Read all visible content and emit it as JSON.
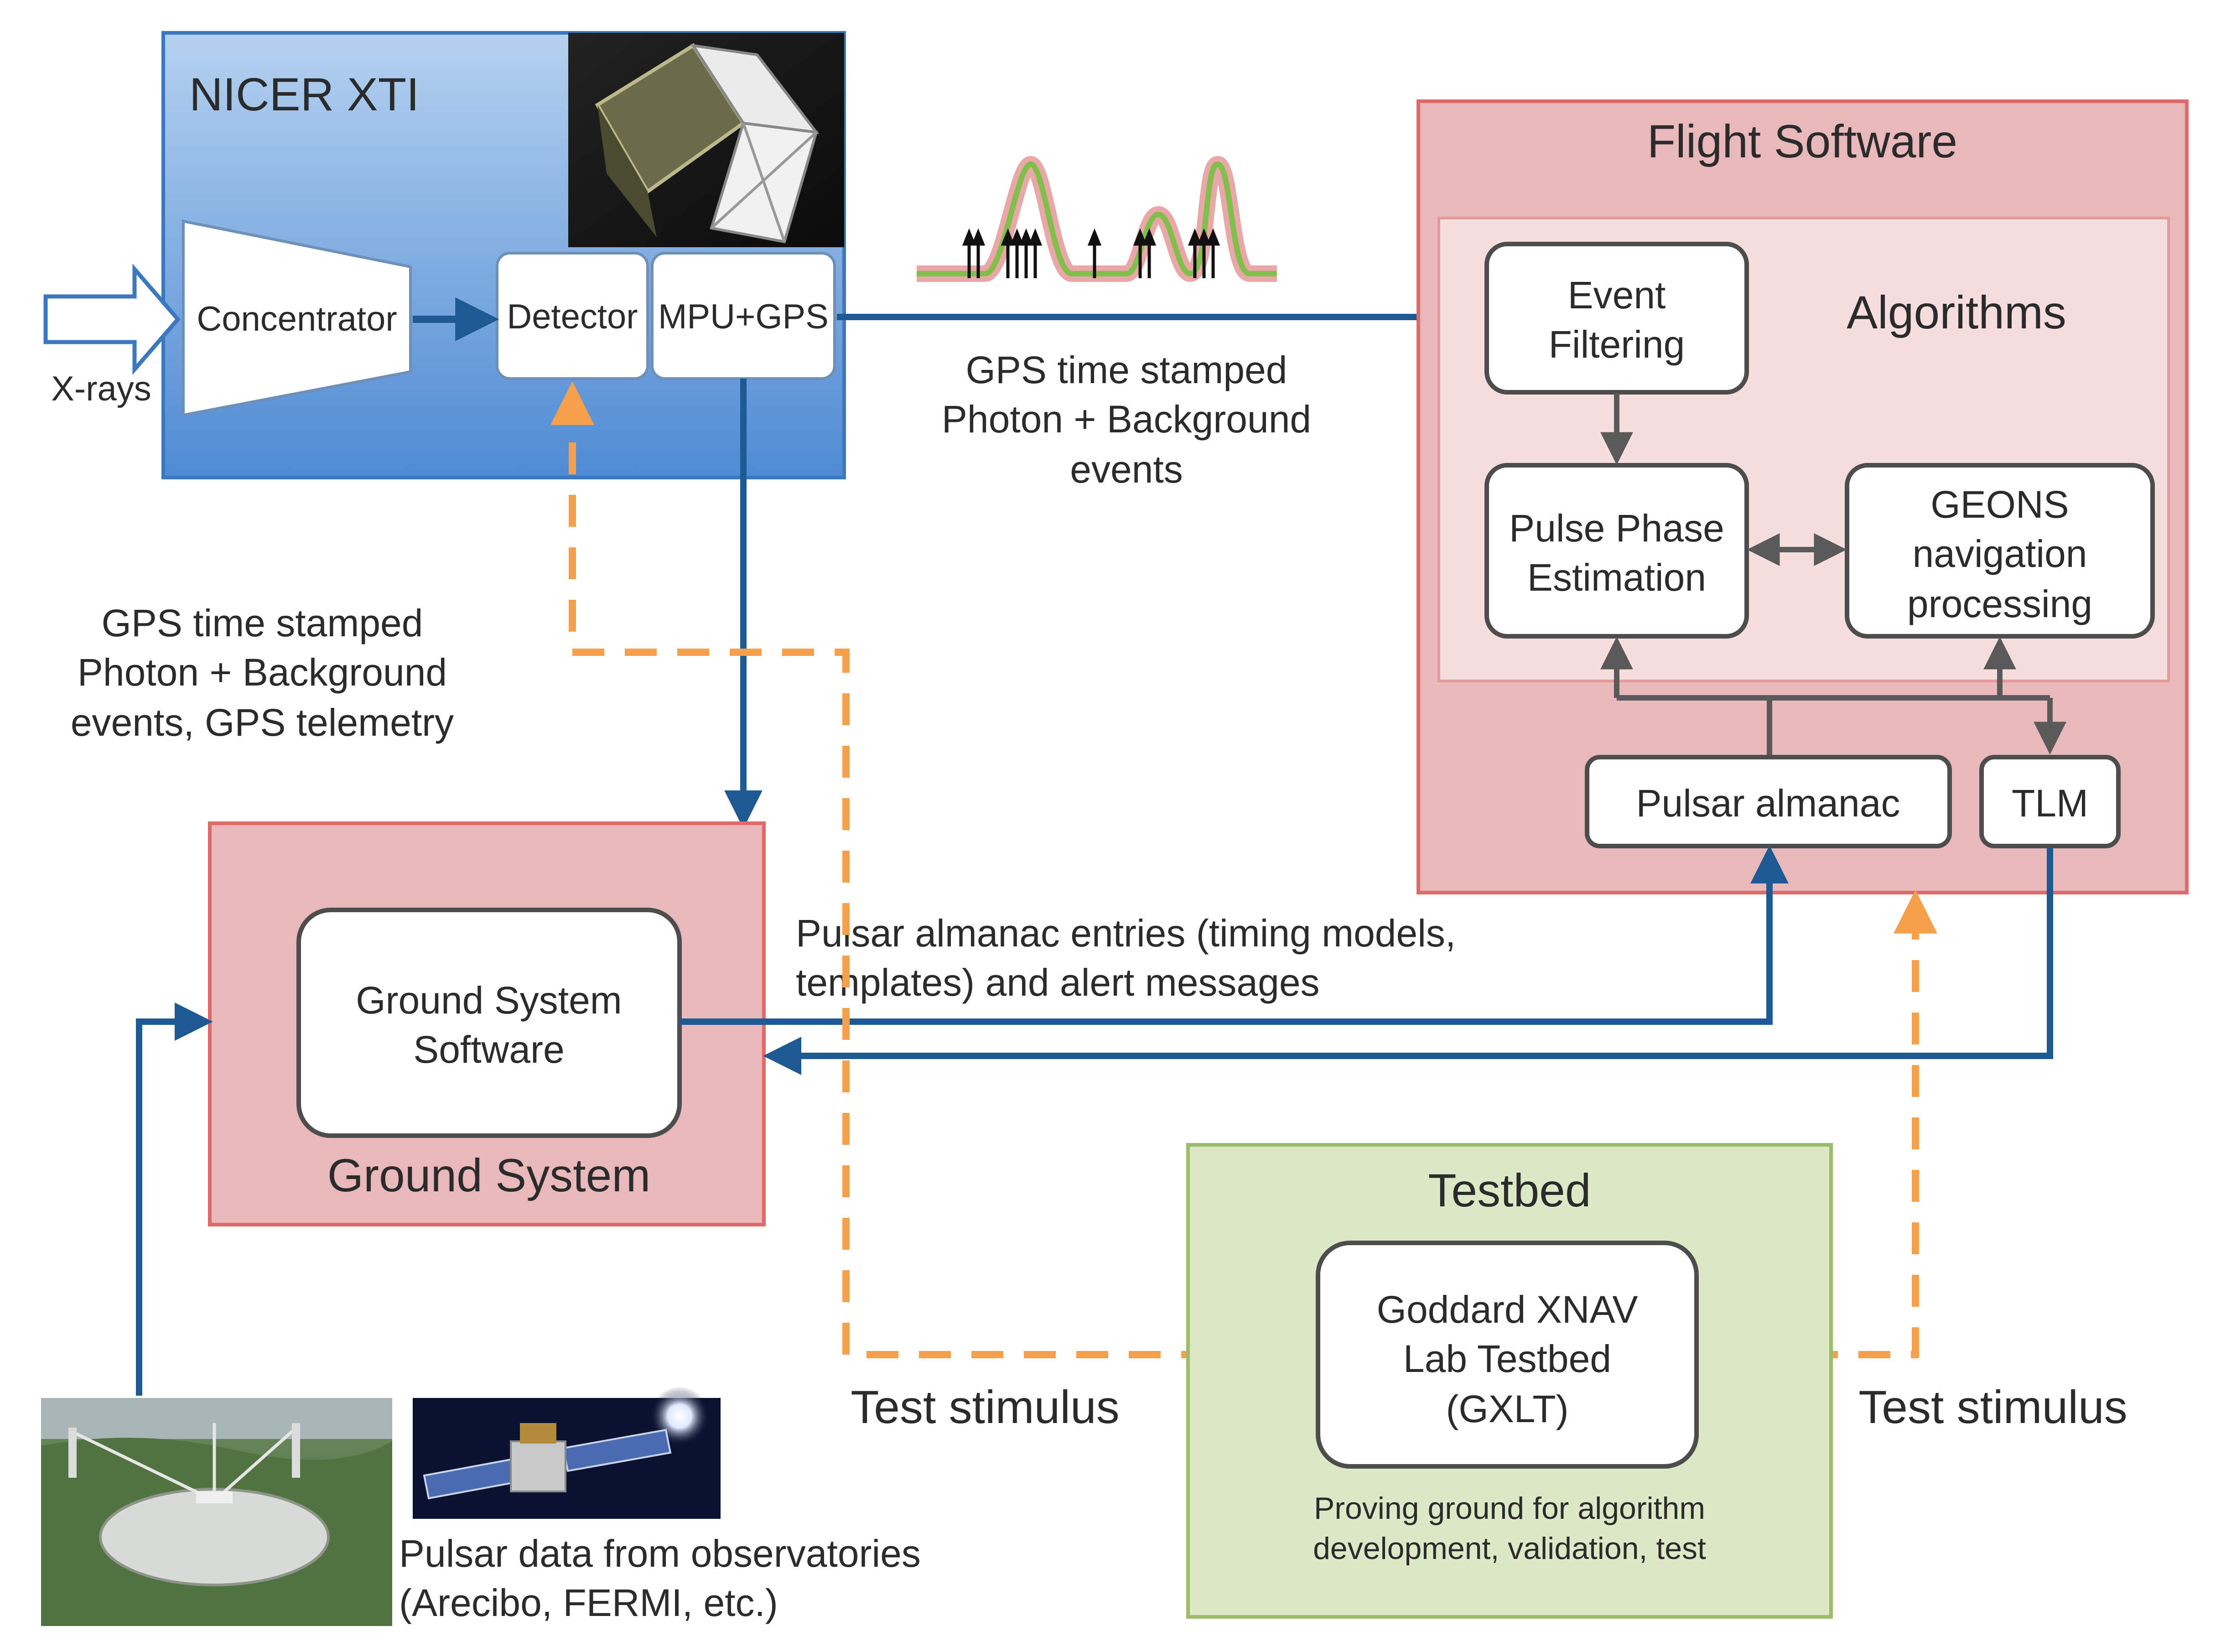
{
  "nicer": {
    "title": "NICER XTI",
    "concentrator": "Concentrator",
    "detector": "Detector",
    "mpu_gps": "MPU+GPS",
    "xrays": "X-rays"
  },
  "downlink_label": [
    "GPS time stamped",
    "Photon + Background",
    "events"
  ],
  "ground_downlink_label": [
    "GPS time stamped",
    "Photon + Background",
    "events, GPS telemetry"
  ],
  "flight_software": {
    "title": "Flight Software",
    "algorithms": "Algorithms",
    "event_filtering": [
      "Event",
      "Filtering"
    ],
    "pulse_phase": [
      "Pulse Phase",
      "Estimation"
    ],
    "geons": [
      "GEONS",
      "navigation",
      "processing"
    ],
    "pulsar_almanac": "Pulsar almanac",
    "tlm": "TLM"
  },
  "uplink_label": [
    "Pulsar almanac entries (timing models,",
    "templates) and alert messages"
  ],
  "ground_system": {
    "title": "Ground System",
    "software": [
      "Ground System",
      "Software"
    ]
  },
  "testbed": {
    "title": "Testbed",
    "gxlt": [
      "Goddard XNAV",
      "Lab Testbed",
      "(GXLT)"
    ],
    "caption": [
      "Proving ground for algorithm",
      "development, validation, test"
    ]
  },
  "test_stimulus_left": "Test stimulus",
  "test_stimulus_right": "Test stimulus",
  "observatories": [
    "Pulsar data from observatories",
    "(Arecibo, FERMI, etc.)"
  ],
  "colors": {
    "arrow_blue": "#1d5a94",
    "stimulus_orange": "#f5a04a",
    "nicer_blue": "#5b95d6",
    "flight_red": "#e9b8bb",
    "algo_pink": "#f6dede",
    "testbed_green": "#dde8c6"
  }
}
